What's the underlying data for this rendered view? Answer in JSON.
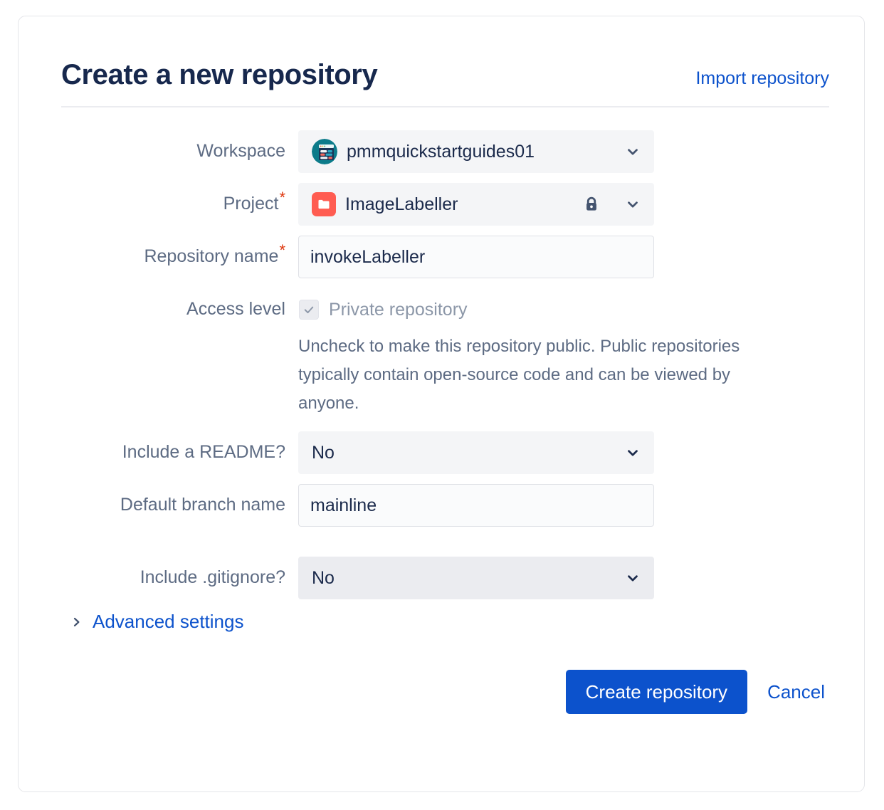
{
  "header": {
    "title": "Create a new repository",
    "import_link": "Import repository"
  },
  "form": {
    "workspace": {
      "label": "Workspace",
      "value": "pmmquickstartguides01",
      "avatar_icon": "workspace-avatar-icon",
      "chevron_icon": "chevron-down-icon"
    },
    "project": {
      "label": "Project",
      "required_mark": "*",
      "value": "ImageLabeller",
      "project_icon": "folder-icon",
      "lock_icon": "lock-icon",
      "chevron_icon": "chevron-down-icon"
    },
    "repository_name": {
      "label": "Repository name",
      "required_mark": "*",
      "value": "invokeLabeller",
      "placeholder": ""
    },
    "access_level": {
      "label": "Access level",
      "checkbox_label": "Private repository",
      "checked": true,
      "check_icon": "check-icon",
      "help_text": "Uncheck to make this repository public. Public repositories typically contain open-source code and can be viewed by anyone."
    },
    "include_readme": {
      "label": "Include a README?",
      "value": "No",
      "chevron_icon": "chevron-down-icon"
    },
    "default_branch": {
      "label": "Default branch name",
      "value": "mainline",
      "placeholder": ""
    },
    "include_gitignore": {
      "label": "Include .gitignore?",
      "value": "No",
      "chevron_icon": "chevron-down-icon"
    },
    "advanced_settings": {
      "label": "Advanced settings",
      "chevron_icon": "chevron-right-icon"
    }
  },
  "footer": {
    "create_label": "Create repository",
    "cancel_label": "Cancel"
  },
  "colors": {
    "link": "#0C52CC",
    "primary_button": "#0C52CC",
    "title": "#17284D",
    "label": "#5D6B83",
    "required_asterisk": "#DE350B",
    "project_icon": "#FF5C51",
    "workspace_avatar": "#0C7B8A",
    "field_background": "#F4F5F7",
    "field_hover_background": "#EBECF0",
    "input_border": "#DFE1E6",
    "card_border": "#E4E5E9"
  }
}
